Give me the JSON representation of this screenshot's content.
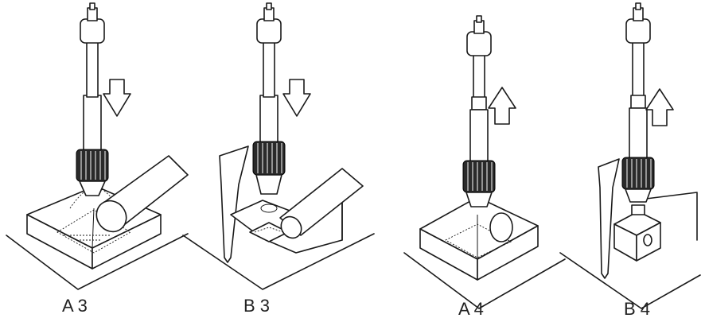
{
  "panels": [
    {
      "id": "A3",
      "label": "A 3",
      "arrow": "down",
      "tool": "tweezer-none"
    },
    {
      "id": "B3",
      "label": "B 3",
      "arrow": "down",
      "tool": "side-clip"
    },
    {
      "id": "A4",
      "label": "A 4",
      "arrow": "up",
      "tool": "tweezer-none"
    },
    {
      "id": "B4",
      "label": "B 4",
      "arrow": "up",
      "tool": "side-clip"
    }
  ],
  "colors": {
    "line": "#1a1a1a",
    "fill": "#ffffff",
    "knurl": "#2a2a2a"
  }
}
